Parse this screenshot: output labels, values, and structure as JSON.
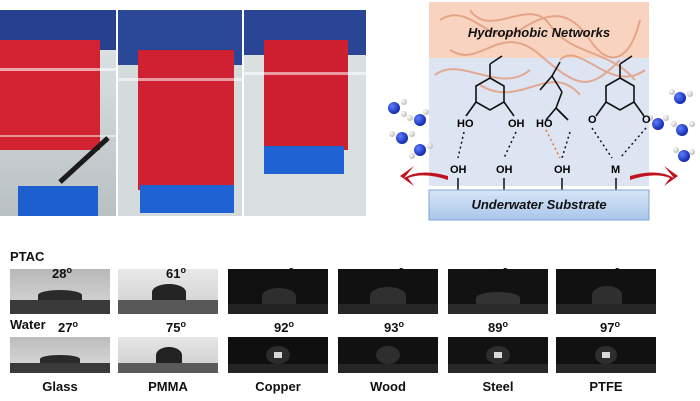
{
  "schematic": {
    "top_label": "Hydrophobic Networks",
    "bottom_label": "Underwater Substrate",
    "groups": {
      "oh1": "HO",
      "oh2": "OH",
      "oh3": "HO",
      "sub_oh1": "OH",
      "sub_oh2": "OH",
      "sub_oh3": "OH",
      "sub_m": "M",
      "o1": "O",
      "o2": "O"
    },
    "colors": {
      "top_box": "#f7d3bf",
      "mid_box": "#dde5f2",
      "substrate": "#bcd2ee",
      "arrow": "#c1121f",
      "water_o": "#1f3fd6"
    }
  },
  "contact_angles": {
    "row_labels": [
      "PTAC",
      "Water"
    ],
    "materials": [
      "Glass",
      "PMMA",
      "Copper",
      "Wood",
      "Steel",
      "PTFE"
    ],
    "unit": "o",
    "ptac": [
      "28",
      "61",
      "60",
      "63",
      "39",
      "76"
    ],
    "water": [
      "27",
      "75",
      "92",
      "93",
      "89",
      "97"
    ]
  }
}
